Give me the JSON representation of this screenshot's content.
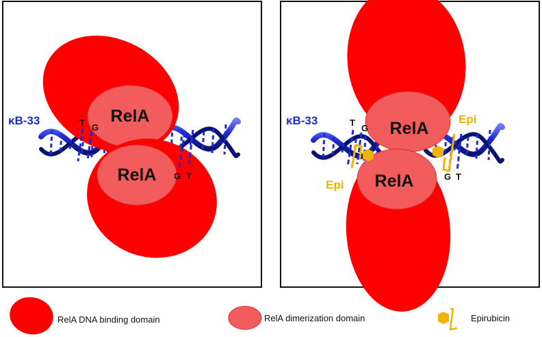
{
  "labels": {
    "protein": "RelA",
    "dna": "κB-33",
    "base_t": "T",
    "base_g": "G",
    "drug_short": "Epi"
  },
  "legend": {
    "dna_binding": "RelA DNA binding domain",
    "dimerization": "RelA dimerization domain",
    "drug": "Epirubicin"
  },
  "colors": {
    "dna_binding_domain": "#ff0000",
    "dimerization_domain": "#f25c5c",
    "dna_strand": "#1d2bd0",
    "drug": "#f0b400"
  },
  "icons": {
    "drug": "hexagon-with-tail-icon"
  }
}
